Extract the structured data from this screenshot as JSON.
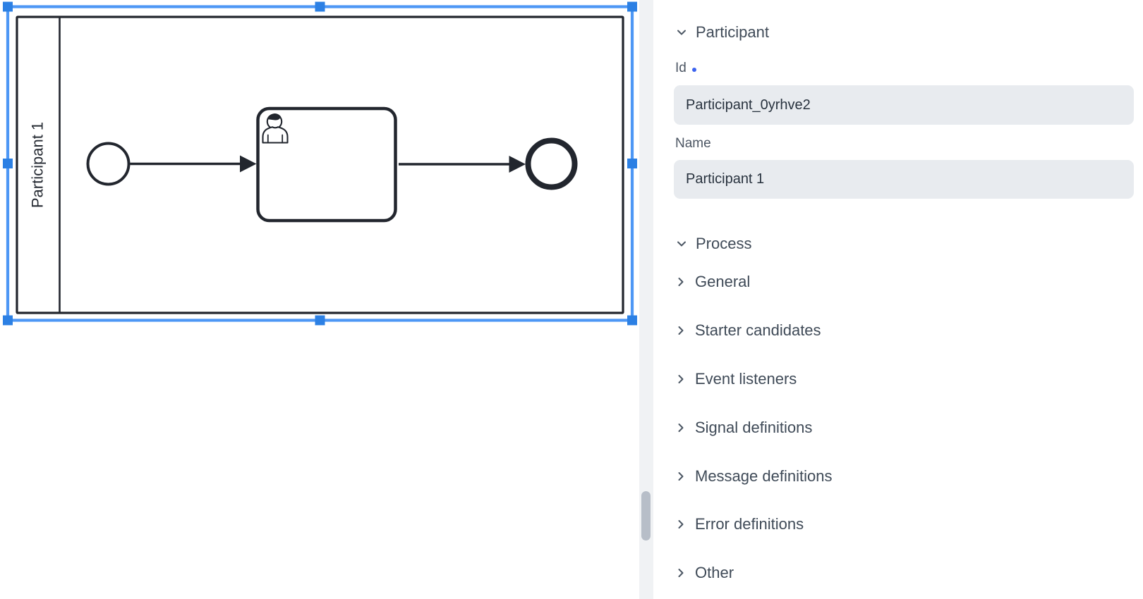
{
  "canvas": {
    "pool": {
      "name": "Participant 1"
    },
    "elements": {
      "start_event": "start-event",
      "user_task": "user-task",
      "end_event": "end-event"
    }
  },
  "panel": {
    "participant": {
      "title": "Participant",
      "fields": [
        {
          "label": "Id",
          "required": true,
          "value": "Participant_0yrhve2"
        },
        {
          "label": "Name",
          "required": false,
          "value": "Participant 1"
        }
      ]
    },
    "process": {
      "title": "Process",
      "sections": [
        "General",
        "Starter candidates",
        "Event listeners",
        "Signal definitions",
        "Message definitions",
        "Error definitions",
        "Other"
      ]
    }
  },
  "icons": {
    "chevron_down": "chevron-down-icon",
    "chevron_right": "chevron-right-icon",
    "required": "required-dot-icon",
    "user_task": "user-icon",
    "arrowhead": "arrowhead-icon"
  },
  "colors": {
    "selection-line": "#4d97f5",
    "selection-handle": "#2c80e4",
    "shape-stroke": "#22262e",
    "panel-text": "#3f4a57",
    "label-text": "#4c5663",
    "input-bg": "#e8ebef",
    "input-text": "#28323e",
    "required-dot": "#3c63ef",
    "scroll-track": "#f0f2f4",
    "scroll-thumb": "#b7bec8"
  }
}
